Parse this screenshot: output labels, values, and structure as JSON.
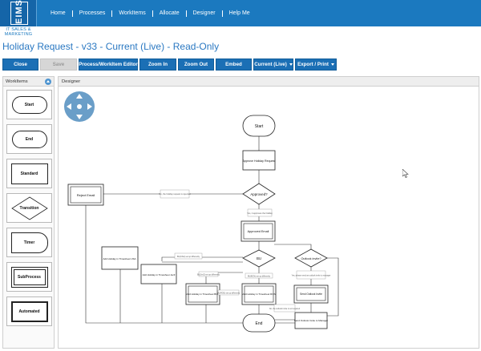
{
  "logo": {
    "letters": "EIMS",
    "subtitle": "IT SALES & MARKETING"
  },
  "nav": [
    "Home",
    "Processes",
    "WorkItems",
    "Allocate",
    "Designer",
    "Help Me"
  ],
  "page_title": "Holiday Request - v33 - Current (Live) - Read-Only",
  "toolbar": {
    "close": "Close",
    "save": "Save",
    "editor": "Process/WorkItem Editor",
    "zoom_in": "Zoom In",
    "zoom_out": "Zoom Out",
    "embed": "Embed",
    "current": "Current (Live)",
    "export": "Export / Print"
  },
  "workitems": {
    "header": "WorkItems",
    "items": [
      "Start",
      "End",
      "Standard",
      "Transition",
      "Timer",
      "SubProcess",
      "Automated"
    ]
  },
  "designer": {
    "header": "Designer",
    "nodes": {
      "start": "Start",
      "approve": "Approve Holiday Request",
      "approved": "Approved?",
      "reject": "Reject Email",
      "approved_email": "Approved Email",
      "bu": "BU",
      "outlook": "Outlook invite?",
      "usa": "Add Holiday in Timesheet USA",
      "jerz": "Add Holiday in Timesheet JerZ",
      "bcn": "Add Holiday in Timesheet BCN",
      "ros": "Add Holiday in Timesheet ROS",
      "send_invite": "Send Outlook Invite",
      "send_manager": "Send Outlook Invite to Manager",
      "end": "End"
    },
    "edges": {
      "no": "No, the holiday request is rejected",
      "yes": "Yes, it approves the holiday",
      "bu_usa": "BU(USA) set up differently",
      "bu_jerz": "BU(JerZ) set up differently",
      "bu_bcn": "BU(BCN) set up differently",
      "bu_ros": "BU(ROS) set up differently",
      "outlook_yes": "Yes, please send an outlook invite to manager",
      "outlook_no": "No, the outlook invite is not required"
    }
  },
  "colors": {
    "nav_bg": "#1b79bf",
    "button_bg": "#1b6fb5",
    "title": "#2a78c2",
    "disabled_bg": "#d6d6d6"
  }
}
